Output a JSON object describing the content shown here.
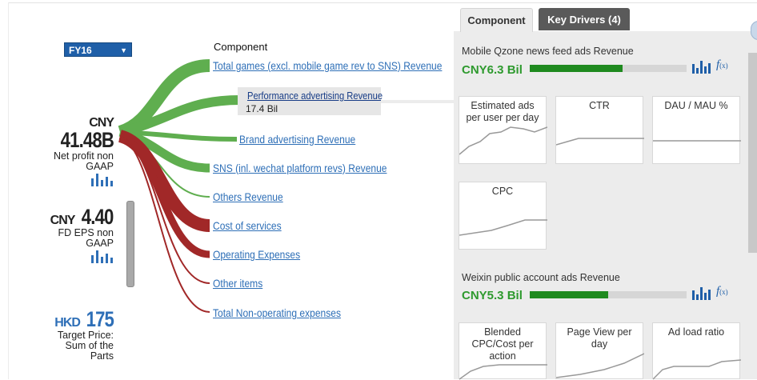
{
  "period_selector": {
    "value": "FY16"
  },
  "metrics": [
    {
      "currency": "CNY",
      "value": "41.48B",
      "label_line1": "Net profit non",
      "label_line2": "GAAP"
    },
    {
      "currency": "CNY",
      "value": "4.40",
      "label_line1": "FD EPS non",
      "label_line2": "GAAP"
    },
    {
      "currency": "HKD",
      "value": "175",
      "label_line1": "Target Price:",
      "label_line2": "Sum of the",
      "label_line3": "Parts"
    }
  ],
  "tree": {
    "title": "Component",
    "selected": {
      "label": "Performance advertising Revenue",
      "value": "17.4 Bil"
    },
    "nodes": [
      {
        "label": "Total games (excl. mobile game rev to SNS) Revenue",
        "color": "#5fae4f"
      },
      {
        "label": "Brand advertising Revenue",
        "color": "#5fae4f"
      },
      {
        "label": "SNS (inl. wechat platform revs) Revenue",
        "color": "#5fae4f"
      },
      {
        "label": "Others Revenue",
        "color": "#5fae4f"
      },
      {
        "label": "Cost of services",
        "color": "#a12828"
      },
      {
        "label": "Operating Expenses",
        "color": "#a12828"
      },
      {
        "label": "Other items",
        "color": "#a12828"
      },
      {
        "label": "Total Non-operating expenses",
        "color": "#a12828"
      }
    ]
  },
  "tabs": {
    "component": "Component",
    "key_drivers": "Key Drivers (4)"
  },
  "sections": [
    {
      "title": "Mobile Qzone news feed ads Revenue",
      "value": "CNY6.3 Bil",
      "bar_fraction": 0.59,
      "cards": [
        {
          "label_line1": "Estimated ads",
          "label_line2": "per user per day",
          "label_line3": ""
        },
        {
          "label_line1": "CTR",
          "label_line2": "",
          "label_line3": ""
        },
        {
          "label_line1": "DAU / MAU %",
          "label_line2": "",
          "label_line3": ""
        },
        {
          "label_line1": "CPC",
          "label_line2": "",
          "label_line3": ""
        }
      ]
    },
    {
      "title": "Weixin public account ads Revenue",
      "value": "CNY5.3 Bil",
      "bar_fraction": 0.5,
      "cards": [
        {
          "label_line1": "Blended",
          "label_line2": "CPC/Cost per",
          "label_line3": "action"
        },
        {
          "label_line1": "Page View per",
          "label_line2": "day",
          "label_line3": ""
        },
        {
          "label_line1": "Ad load ratio",
          "label_line2": "",
          "label_line3": ""
        }
      ]
    }
  ],
  "icons": [
    "bar-chart-icon",
    "function-icon",
    "dropdown-caret-icon"
  ],
  "colors": {
    "brand_blue": "#1f5fa8",
    "positive_green": "#5fae4f",
    "negative_red": "#a12828",
    "value_green": "#2e9a2e"
  }
}
